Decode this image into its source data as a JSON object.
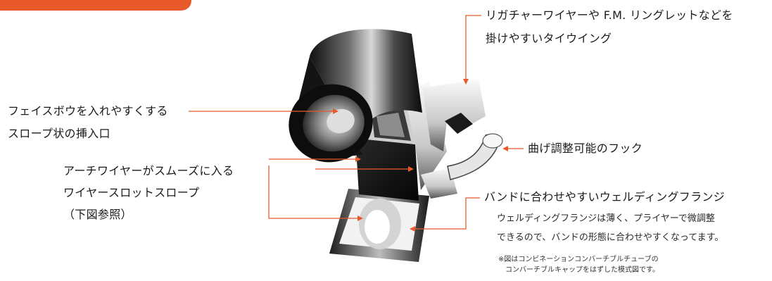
{
  "colors": {
    "accent": "#e8592c",
    "text": "#1a1a1a"
  },
  "labels": {
    "tie_wing": [
      "リガチャーワイヤーや F.M. リングレットなどを",
      "掛けやすいタイウイング"
    ],
    "slope": [
      "フェイスボウを入れやすくする",
      "スロープ状の挿入口"
    ],
    "hook": "曲げ調整可能のフック",
    "arch": [
      "アーチワイヤーがスムーズに入る",
      "ワイヤースロットスロープ",
      "（下図参照）"
    ],
    "flange": {
      "title": "バンドに合わせやすいウェルディングフランジ",
      "desc": [
        "ウェルディングフランジは薄く、プライヤーで微調整",
        "できるので、バンドの形態に合わせやすくなってます。"
      ]
    },
    "note": [
      "※図はコンビネーションコンバーチブルチューブの",
      "　コンバーチブルキャップをはずした模式図です。"
    ]
  }
}
